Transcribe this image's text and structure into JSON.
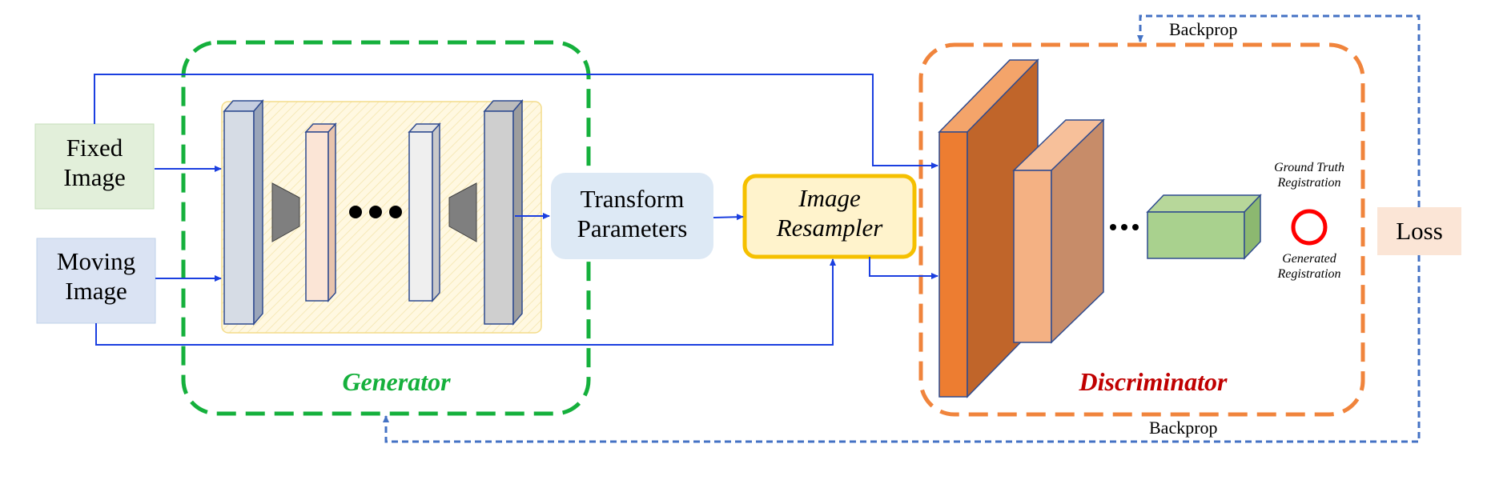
{
  "inputs": {
    "fixed_image": "Fixed\nImage",
    "moving_image": "Moving\nImage"
  },
  "generator": {
    "label": "Generator",
    "color": "#15b03c"
  },
  "transform": {
    "label": "Transform\nParameters",
    "fill": "#dde9f5"
  },
  "resampler": {
    "label": "Image\nResampler",
    "fill": "#fff3cc",
    "border": "#f5c000"
  },
  "discriminator": {
    "label": "Discriminator",
    "color": "#c00000",
    "border": "#f0843c"
  },
  "outputs": {
    "ground_truth": "Ground Truth\nRegistration",
    "generated": "Generated\nRegistration",
    "loss": "Loss"
  },
  "backprop": {
    "top": "Backprop",
    "bottom": "Backprop"
  },
  "colors": {
    "flow_arrow": "#1b3fe0",
    "backprop_line": "#4472c4",
    "fixed_fill": "#e2efda",
    "moving_fill": "#dae3f3",
    "loss_fill": "#fbe5d6"
  }
}
